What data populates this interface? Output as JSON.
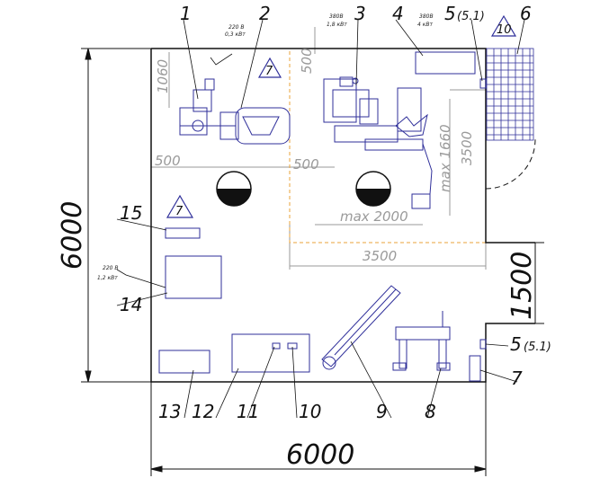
{
  "dimensions": {
    "room_width": "6000",
    "room_height": "6000",
    "recess_width": "1500",
    "bay_width": "3500",
    "zone_height": "3500",
    "max_width": "max 2000",
    "max_height": "max 1660",
    "clearance_left": "500",
    "clearance_mid": "500",
    "clearance_top": "500",
    "offset_1060": "1060"
  },
  "callouts": {
    "c1": "1",
    "c2": "2",
    "c3": "3",
    "c4": "4",
    "c5": "5",
    "c5_sub": "(5.1)",
    "c6": "6",
    "c7": "7",
    "c8": "8",
    "c9": "9",
    "c10": "10",
    "c11": "11",
    "c12": "12",
    "c13": "13",
    "c14": "14",
    "c15": "15",
    "c5b": "5",
    "c5b_sub": "(5.1)",
    "c7b": "7"
  },
  "triangles": {
    "t7_top": "7",
    "t10": "10",
    "t7_left": "7"
  },
  "power": {
    "p1_volt": "220 В",
    "p1_kw": "0,3 кВт",
    "p2_volt": "380В",
    "p2_kw": "1,8 кВт",
    "p3_volt": "380В",
    "p3_kw": "4 кВт",
    "p4_volt": "220 В",
    "p4_kw": "1,2 кВт"
  },
  "colors": {
    "line": "#111111",
    "equipment": "#2f2f9a",
    "dimension": "#9a9a9a",
    "zone": "#e8a33a"
  }
}
